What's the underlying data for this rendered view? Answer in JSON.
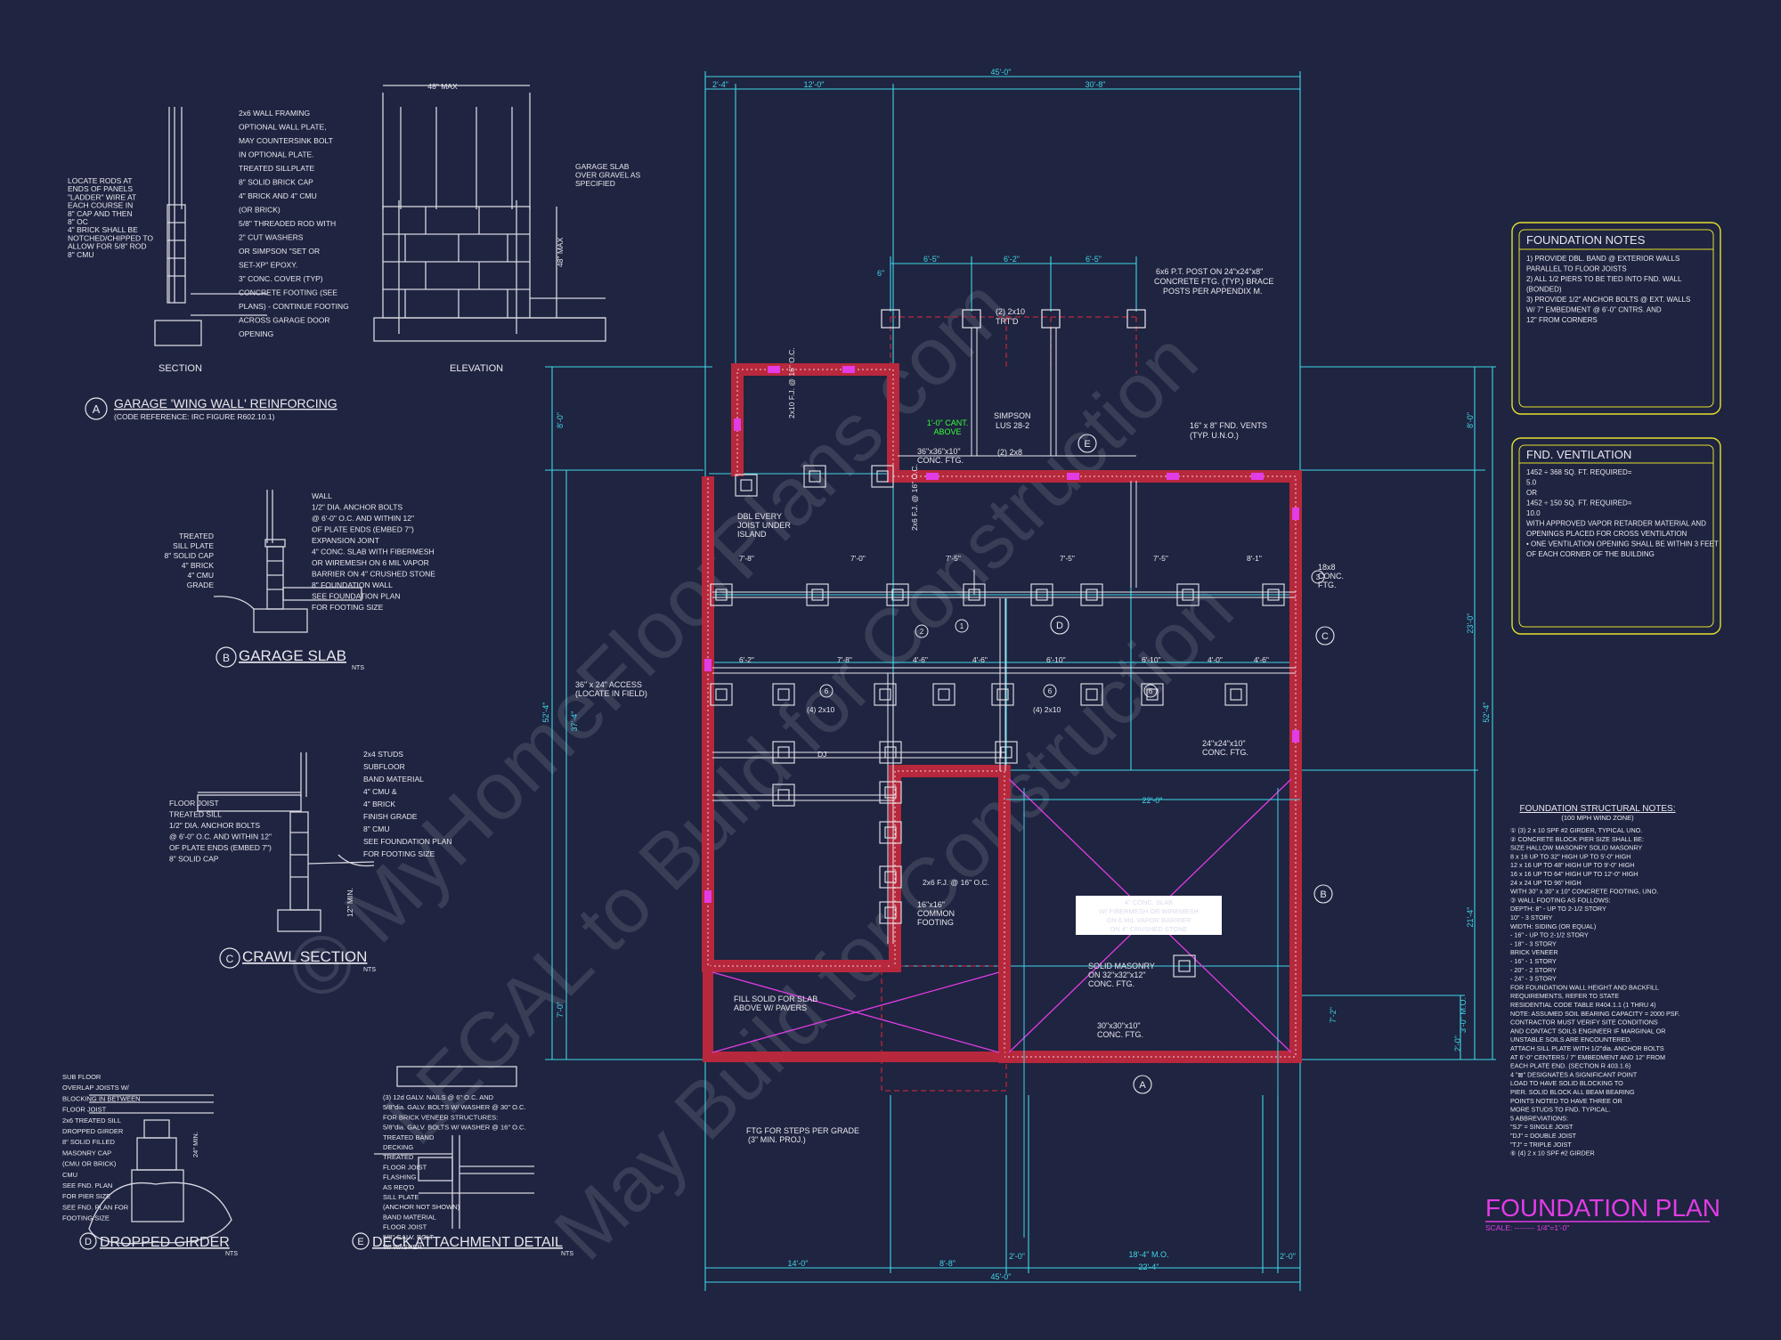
{
  "watermark": {
    "line1": "© MyHomeFloorPlans.com",
    "line2": "LEGAL to Build for Construction",
    "line3": "May Build for Construction"
  },
  "sheet": {
    "title": "FOUNDATION PLAN",
    "scale_label": "SCALE: -------- 1/4\"=1'-0\""
  },
  "details": {
    "a": {
      "letter": "A",
      "title": "GARAGE 'WING WALL' REINFORCING",
      "ref": "(CODE REFERENCE: IRC FIGURE R602.10.1)",
      "section_label": "SECTION",
      "elevation_label": "ELEVATION",
      "max_width": "48\" MAX",
      "max_height": "48\" MAX",
      "notes": [
        "2x6 WALL FRAMING",
        "OPTIONAL WALL PLATE,",
        "MAY COUNTERSINK BOLT",
        "IN OPTIONAL PLATE.",
        "TREATED SILLPLATE",
        "8\" SOLID BRICK CAP",
        "4\" BRICK AND 4\" CMU",
        "(OR BRICK)",
        "5/8\" THREADED ROD WITH",
        "2\" CUT WASHERS",
        "OR SIMPSON \"SET OR",
        "SET-XP\" EPOXY.",
        "3\" CONC. COVER (TYP)",
        "CONCRETE FOOTING (SEE",
        "PLANS) - CONTINUE FOOTING",
        "ACROSS GARAGE DOOR",
        "OPENING"
      ],
      "left_notes": [
        "LOCATE RODS AT",
        "ENDS OF PANELS",
        "\"LADDER\" WIRE AT",
        "EACH COURSE IN",
        "8\" CAP AND THEN",
        "8\" OC",
        "4\" BRICK SHALL BE",
        "NOTCHED/CHIPPED TO",
        "ALLOW FOR 5/8\" ROD",
        "8\" CMU"
      ],
      "right_notes": [
        "GARAGE SLAB",
        "OVER GRAVEL AS",
        "SPECIFIED"
      ]
    },
    "b": {
      "letter": "B",
      "title": "GARAGE SLAB",
      "nts": "NTS",
      "notes": [
        "WALL",
        "1/2\" DIA. ANCHOR BOLTS",
        "@ 6'-0\" O.C. AND WITHIN 12\"",
        "OF PLATE ENDS (EMBED 7\")",
        "EXPANSION JOINT",
        "4\" CONC. SLAB WITH FIBERMESH",
        "OR WIREMESH ON 6 MIL VAPOR",
        "BARRIER ON 4\" CRUSHED STONE",
        "8\" FOUNDATION WALL",
        "SEE FOUNDATION PLAN",
        "FOR FOOTING SIZE"
      ],
      "left_notes": [
        "TREATED",
        "SILL PLATE",
        "8\" SOLID CAP",
        "4\" BRICK",
        "4\" CMU",
        "GRADE"
      ]
    },
    "c": {
      "letter": "C",
      "title": "CRAWL SECTION",
      "nts": "NTS",
      "notes": [
        "2x4 STUDS",
        "SUBFLOOR",
        "BAND MATERIAL",
        "4\" CMU &",
        "4\" BRICK",
        "FINISH GRADE",
        "8\" CMU",
        "SEE FOUNDATION PLAN",
        "FOR FOOTING SIZE"
      ],
      "left_notes": [
        "FLOOR JOIST",
        "TREATED SILL",
        "1/2\" DIA. ANCHOR BOLTS",
        "@ 6'-0\" O.C. AND WITHIN 12\"",
        "OF PLATE ENDS (EMBED 7\")",
        "8\" SOLID CAP"
      ],
      "dim": "12\" MIN."
    },
    "d": {
      "letter": "D",
      "title": "DROPPED GIRDER",
      "nts": "NTS",
      "notes": [
        "SUB FLOOR",
        "OVERLAP JOISTS W/",
        "BLOCKING IN BETWEEN",
        "FLOOR JOIST",
        "2x6 TREATED SILL",
        "DROPPED GIRDER",
        "8\" SOLID FILLED",
        "MASONRY CAP",
        "(CMU OR BRICK)",
        "CMU",
        "SEE FND. PLAN",
        "FOR PIER SIZE",
        "SEE FND. PLAN FOR",
        "FOOTING SIZE"
      ],
      "dim": "24\" MIN."
    },
    "e": {
      "letter": "E",
      "title": "DECK ATTACHMENT DETAIL",
      "nts": "NTS",
      "notes": [
        "(3) 12d GALV. NAILS @ 6\" O.C. AND",
        "5/8\"dia. GALV. BOLTS W/ WASHER @ 30\" O.C.",
        "FOR BRICK VENEER STRUCTURES:",
        "5/8\"dia. GALV. BOLTS W/ WASHER @ 16\" O.C.",
        "TREATED BAND",
        "DECKING",
        "TREATED",
        "FLOOR JOIST",
        "FLASHING",
        "AS REQ'D",
        "SILL PLATE",
        "(ANCHOR NOT SHOWN)",
        "BAND MATERIAL",
        "FLOOR JOIST",
        "5/8\" GALV. BOLT",
        "W/ WASHER"
      ]
    }
  },
  "boxes": {
    "foundation_notes": {
      "title": "FOUNDATION NOTES",
      "items": [
        "1) PROVIDE DBL. BAND @ EXTERIOR WALLS",
        "PARALLEL TO FLOOR JOISTS",
        "2) ALL 1/2 PIERS TO BE TIED INTO FND. WALL",
        "(BONDED)",
        "3) PROVIDE 1/2\" ANCHOR BOLTS @ EXT. WALLS",
        "W/ 7\" EMBEDMENT @ 6'-0\" CNTRS. AND",
        "12\" FROM CORNERS"
      ]
    },
    "ventilation": {
      "title": "FND. VENTILATION",
      "items": [
        "1452 ÷ 368 SQ. FT. REQUIRED=",
        "5.0",
        "OR",
        "1452 ÷ 150 SQ. FT. REQUIRED=",
        "10.0",
        "WITH APPROVED VAPOR RETARDER MATERIAL AND",
        "OPENINGS PLACED FOR CROSS VENTILATION",
        "• ONE VENTILATION OPENING SHALL BE WITHIN 3 FEET",
        "OF EACH CORNER OF THE BUILDING"
      ]
    }
  },
  "structural_notes": {
    "title": "FOUNDATION STRUCTURAL NOTES:",
    "subtitle": "(100 MPH WIND ZONE)",
    "lines": [
      "① (3) 2 x 10 SPF #2 GIRDER, TYPICAL UNO.",
      "② CONCRETE BLOCK PIER SIZE SHALL BE:",
      "SIZE     HALLOW MASONRY     SOLID MASONRY",
      "8 x 16    UP TO 32\" HIGH     UP TO 5'-0\" HIGH",
      "12 x 16   UP TO 48\" HIGH     UP TO 9'-0\" HIGH",
      "16 x 16   UP TO 64\" HIGH     UP TO 12'-0\" HIGH",
      "24 x 24   UP TO 96\" HIGH",
      "WITH 30\" x 30\" x 10\" CONCRETE FOOTING, UNO.",
      "③ WALL FOOTING AS FOLLOWS:",
      "DEPTH:  8\" - UP TO 2-1/2 STORY",
      "           10\" - 3 STORY",
      "WIDTH:  SIDING (OR EQUAL)",
      "           - 16\" - UP TO 2-1/2 STORY",
      "           - 18\" - 3 STORY",
      "        BRICK VENEER",
      "           - 16\" - 1 STORY",
      "           - 20\" - 2 STORY",
      "           - 24\" - 3 STORY",
      "FOR FOUNDATION WALL HEIGHT AND BACKFILL",
      "REQUIREMENTS, REFER TO STATE",
      "RESIDENTIAL CODE TABLE R404.1.1 (1 THRU 4)",
      "NOTE: ASSUMED SOIL BEARING CAPACITY = 2000 PSF.",
      "CONTRACTOR MUST VERIFY SITE CONDITIONS",
      "AND CONTACT SOILS ENGINEER IF MARGINAL OR",
      "UNSTABLE SOILS ARE ENCOUNTERED.",
      "ATTACH SILL PLATE WITH 1/2\"dia. ANCHOR BOLTS",
      "AT 6'-0\" CENTERS / 7\" EMBEDMENT AND 12\" FROM",
      "EACH PLATE END. (SECTION R 403.1.6)",
      "4  \"⊠\" DESIGNATES A SIGNIFICANT POINT",
      "LOAD TO HAVE SOLID BLOCKING TO",
      "PIER. SOLID BLOCK ALL BEAM BEARING",
      "POINTS NOTED TO HAVE THREE OR",
      "MORE STUDS TO FND. TYPICAL.",
      "5  ABBREVIATIONS:",
      "\"SJ\" = SINGLE JOIST",
      "\"DJ\" = DOUBLE JOIST",
      "\"TJ\" = TRIPLE JOIST",
      "⑥ (4) 2 x 10 SPF #2 GIRDER"
    ]
  },
  "plan": {
    "top_dims": {
      "overall": "45'-0\"",
      "left": "2'-4\"",
      "mid": "12'-0\"",
      "right": "30'-8\""
    },
    "porch_dims": [
      "6\"",
      "6'-5\"",
      "6'-2\"",
      "6'-5\""
    ],
    "bottom_dims": {
      "overall": "45'-0\"",
      "a": "14'-0\"",
      "b": "8'-8\"",
      "c": "2'-0\"",
      "d": "22'-4\"",
      "e": "2'-0\"",
      "mo": "18'-4\" M.O."
    },
    "left_dims": {
      "a": "8'-0\"",
      "b": "37'-4\"",
      "c": "52'-4\"",
      "d": "7'-0\""
    },
    "right_dims": {
      "a": "8'-0\"",
      "b": "23'-0\"",
      "c": "52'-4\"",
      "d": "21'-4\"",
      "e": "3'-0\" M.O.",
      "f": "2'-0\"",
      "g": "7'-2\""
    },
    "row1_dims": [
      "7'-8\"",
      "7'-0\"",
      "7'-5\"",
      "7'-5\"",
      "7'-5\"",
      "8'-1\""
    ],
    "row2_dims": [
      "6'-2\"",
      "7'-8\"",
      "4'-6\"",
      "4'-6\"",
      "6'-10\"",
      "6'-10\"",
      "4'-0\"",
      "4'-6\""
    ],
    "garage_dim": "22'-0\"",
    "callouts": [
      "6x6 P.T. POST ON 24\"x24\"x8\"",
      "CONCRETE FTG. (TYP.) BRACE",
      "POSTS PER APPENDIX M.",
      "16\" x 8\" FND. VENTS",
      "(TYP. U.N.O.)",
      "36\"x36\"x10\"",
      "CONC. FTG.",
      "SIMPSON",
      "LUS 28-2",
      "(2) 2x8",
      "(2) 2x10",
      "TRT'D",
      "DBL EVERY",
      "JOIST UNDER",
      "ISLAND",
      "18x8",
      "CONC.",
      "FTG.",
      "36\" x 24\" ACCESS",
      "(LOCATE IN FIELD)",
      "24\"x24\"x10\"",
      "CONC. FTG.",
      "16\"x16\"",
      "COMMON",
      "FOOTING",
      "SOLID MASONRY",
      "ON 32\"x32\"x12\"",
      "CONC. FTG.",
      "30\"x30\"x10\"",
      "CONC. FTG.",
      "FILL SOLID FOR SLAB",
      "ABOVE W/ PAVERS",
      "FTG FOR STEPS PER GRADE",
      "(3\" MIN. PROJ.)"
    ],
    "cant": [
      "1'-0\" CANT.",
      "ABOVE"
    ],
    "slab_note": [
      "4\" CONC. SLAB",
      "W/ FIBERMESH OR WIREMESH",
      "ON 6 MIL VAPOR BARRIER",
      "ON 4\" CRUSHED STONE"
    ],
    "joist_labels": [
      "2x10 F.J. @ 16\" O.C.",
      "2x6 F.J. @ 16\" O.C.",
      "(4) 2x10",
      "(4) 2x10",
      "DJ",
      "2x6 F.J. @ 16\" O.C."
    ],
    "grid": [
      "A",
      "B",
      "C",
      "D",
      "E"
    ],
    "tags": [
      "1",
      "2",
      "3",
      "6"
    ]
  }
}
